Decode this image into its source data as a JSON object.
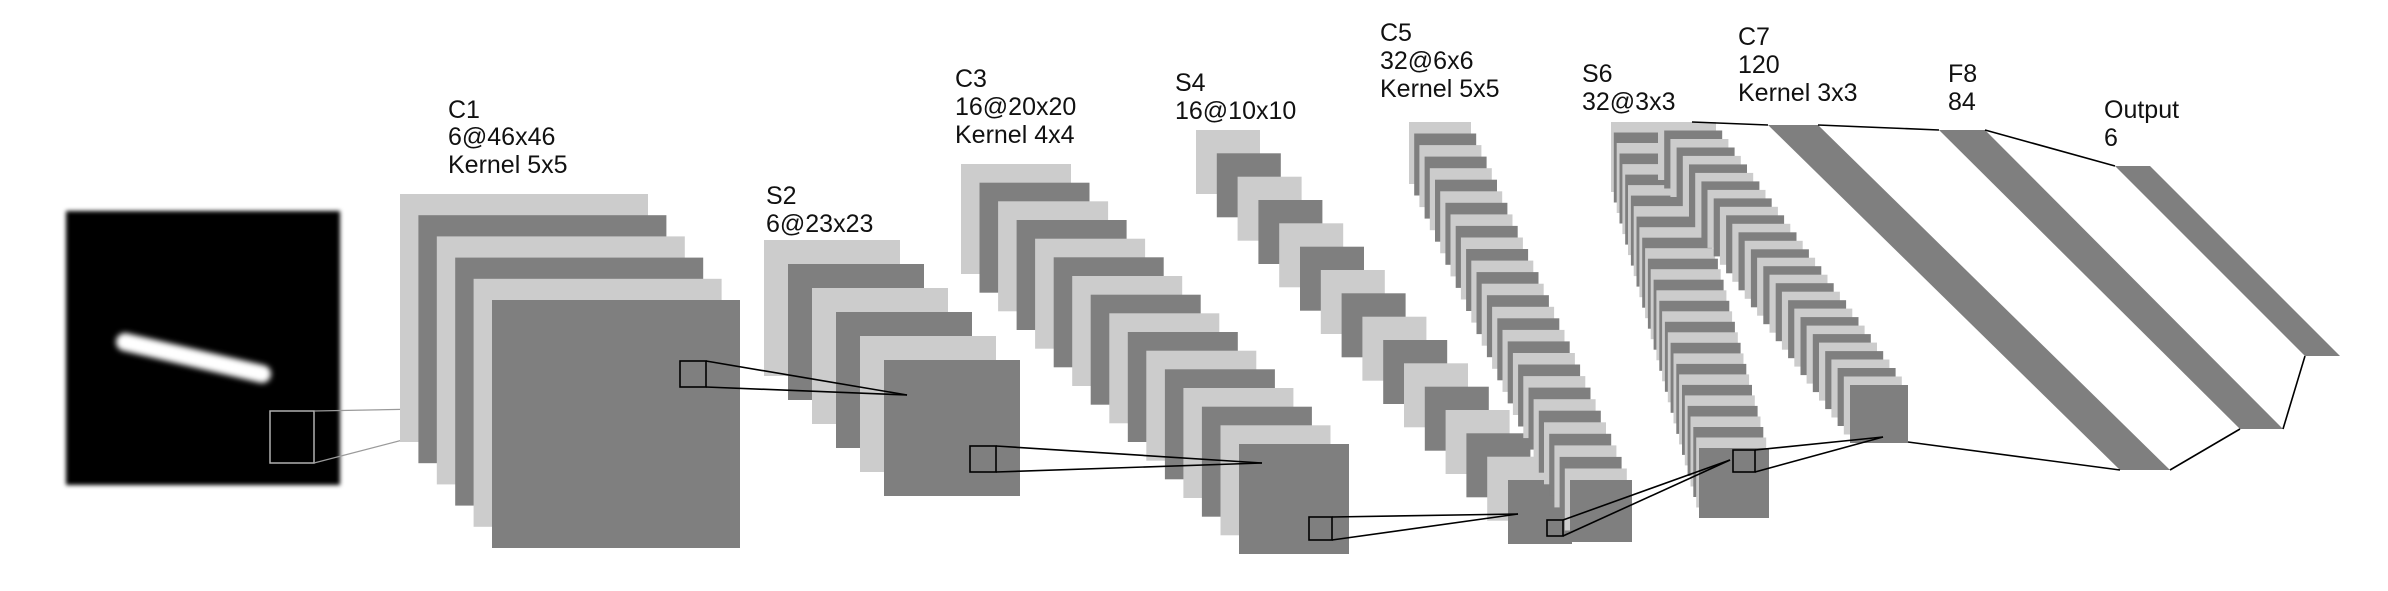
{
  "colors": {
    "light": "#cccccc",
    "dark": "#7f7f7f",
    "line": "#000000",
    "input_bg": "#000000"
  },
  "layers": [
    {
      "id": "c1",
      "name": "C1",
      "dims": "6@46x46",
      "kernel": "Kernel 5x5"
    },
    {
      "id": "s2",
      "name": "S2",
      "dims": "6@23x23"
    },
    {
      "id": "c3",
      "name": "C3",
      "dims": "16@20x20",
      "kernel": "Kernel 4x4"
    },
    {
      "id": "s4",
      "name": "S4",
      "dims": "16@10x10"
    },
    {
      "id": "c5",
      "name": "C5",
      "dims": "32@6x6",
      "kernel": "Kernel 5x5"
    },
    {
      "id": "s6",
      "name": "S6",
      "dims": "32@3x3"
    },
    {
      "id": "c7",
      "name": "C7",
      "dims": "120",
      "kernel": "Kernel 3x3"
    },
    {
      "id": "f8",
      "name": "F8",
      "dims": "84"
    },
    {
      "id": "output",
      "name": "Output",
      "dims": "6"
    }
  ]
}
